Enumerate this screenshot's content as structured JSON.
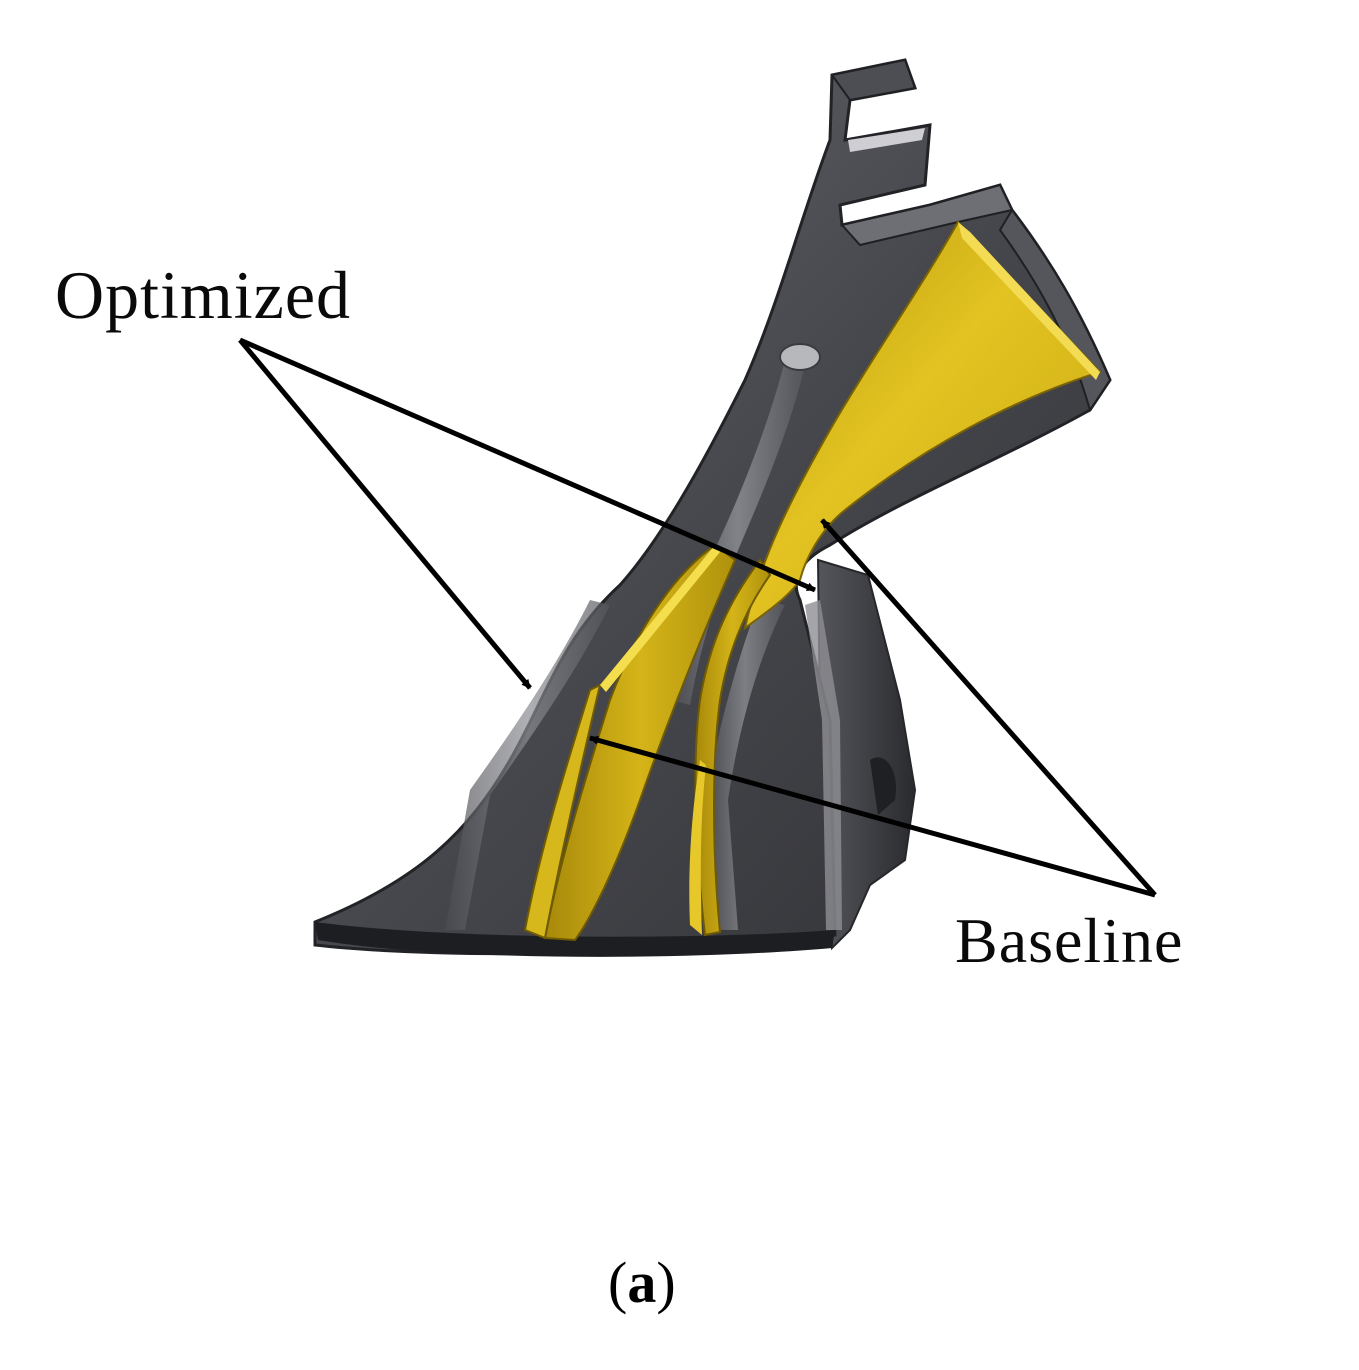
{
  "labels": {
    "optimized": "Optimized",
    "baseline": "Baseline"
  },
  "caption": {
    "open": "(",
    "letter": "a",
    "close": ")"
  },
  "colors": {
    "body_dark": "#3d3e42",
    "body_mid": "#5c5d62",
    "body_light": "#9a9ba0",
    "highlight": "#d8d8dc",
    "blade_yellow": "#c9a80f",
    "blade_yellow_light": "#e9cc2a",
    "blade_yellow_dark": "#8f7408",
    "arrow": "#000000"
  }
}
